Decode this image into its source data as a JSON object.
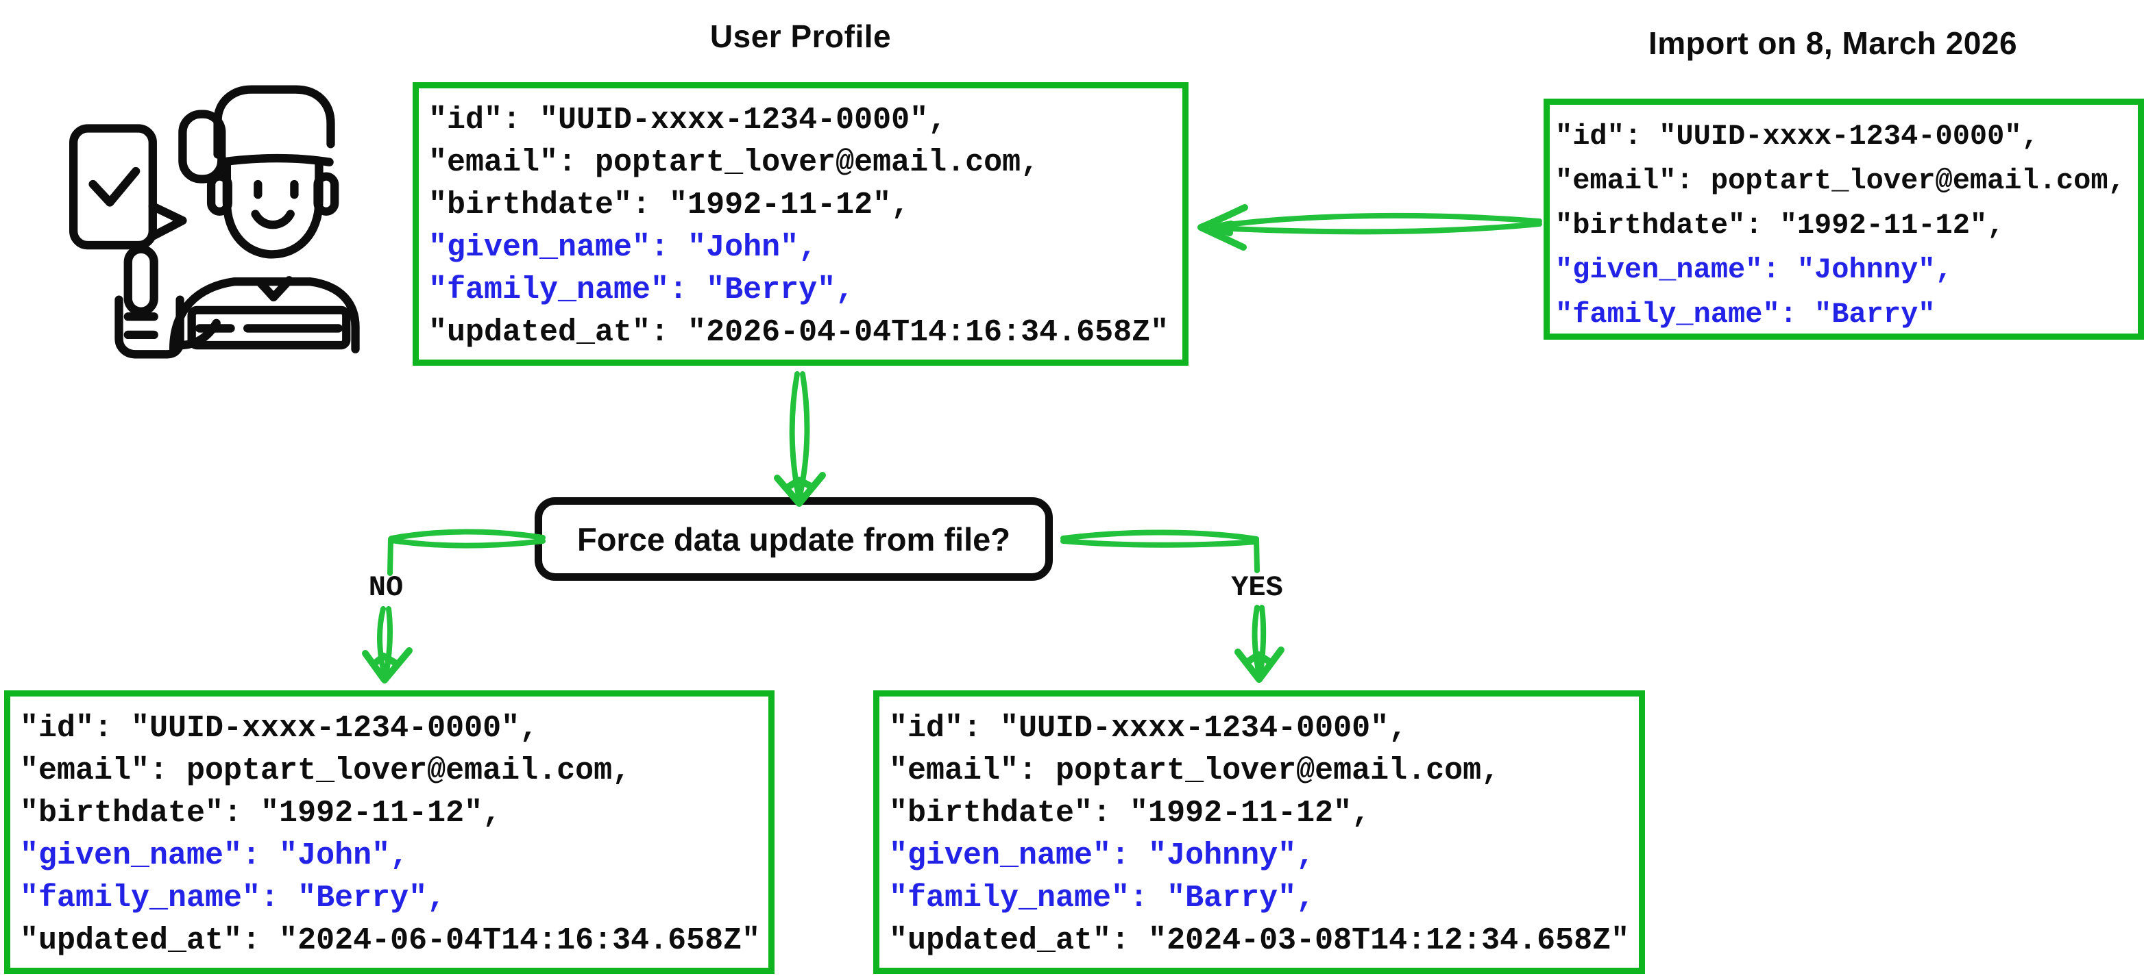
{
  "titles": {
    "user_profile": "User Profile",
    "import": "Import on 8, March 2026"
  },
  "decision": {
    "question": "Force data update from file?",
    "no": "NO",
    "yes": "YES"
  },
  "boxes": {
    "user_profile": {
      "lines": [
        {
          "text": "\"id\": \"UUID-xxxx-1234-0000\",",
          "color": "black"
        },
        {
          "text": "\"email\": poptart_lover@email.com,",
          "color": "black"
        },
        {
          "text": "\"birthdate\": \"1992-11-12\",",
          "color": "black"
        },
        {
          "text": "\"given_name\": \"John\",",
          "color": "blue"
        },
        {
          "text": "\"family_name\": \"Berry\",",
          "color": "blue"
        },
        {
          "text": "\"updated_at\": \"2026-04-04T14:16:34.658Z\"",
          "color": "black"
        }
      ]
    },
    "import": {
      "lines": [
        {
          "text": "\"id\": \"UUID-xxxx-1234-0000\",",
          "color": "black"
        },
        {
          "text": "\"email\": poptart_lover@email.com,",
          "color": "black"
        },
        {
          "text": "\"birthdate\": \"1992-11-12\",",
          "color": "black"
        },
        {
          "text": "\"given_name\": \"Johnny\",",
          "color": "blue"
        },
        {
          "text": "\"family_name\": \"Barry\"",
          "color": "blue"
        }
      ]
    },
    "result_no": {
      "lines": [
        {
          "text": "\"id\": \"UUID-xxxx-1234-0000\",",
          "color": "black"
        },
        {
          "text": "\"email\": poptart_lover@email.com,",
          "color": "black"
        },
        {
          "text": "\"birthdate\": \"1992-11-12\",",
          "color": "black"
        },
        {
          "text": "\"given_name\": \"John\",",
          "color": "blue"
        },
        {
          "text": "\"family_name\": \"Berry\",",
          "color": "blue"
        },
        {
          "text": "\"updated_at\": \"2024-06-04T14:16:34.658Z\"",
          "color": "black"
        }
      ]
    },
    "result_yes": {
      "lines": [
        {
          "text": "\"id\": \"UUID-xxxx-1234-0000\",",
          "color": "black"
        },
        {
          "text": "\"email\": poptart_lover@email.com,",
          "color": "black"
        },
        {
          "text": "\"birthdate\": \"1992-11-12\",",
          "color": "black"
        },
        {
          "text": "\"given_name\": \"Johnny\",",
          "color": "blue"
        },
        {
          "text": "\"family_name\": \"Barry\",",
          "color": "blue"
        },
        {
          "text": "\"updated_at\": \"2024-03-08T14:12:34.658Z\"",
          "color": "black"
        }
      ]
    }
  },
  "icons": {
    "person": "person-thumbs-up-icon",
    "arrows": [
      "arrow-import-to-profile",
      "arrow-profile-to-decision",
      "arrow-no-branch",
      "arrow-yes-branch"
    ]
  },
  "colors": {
    "green": "#0eb51e",
    "arrow_green": "#22c13c",
    "blue": "#2323e8",
    "ink": "#0d0d0d"
  }
}
